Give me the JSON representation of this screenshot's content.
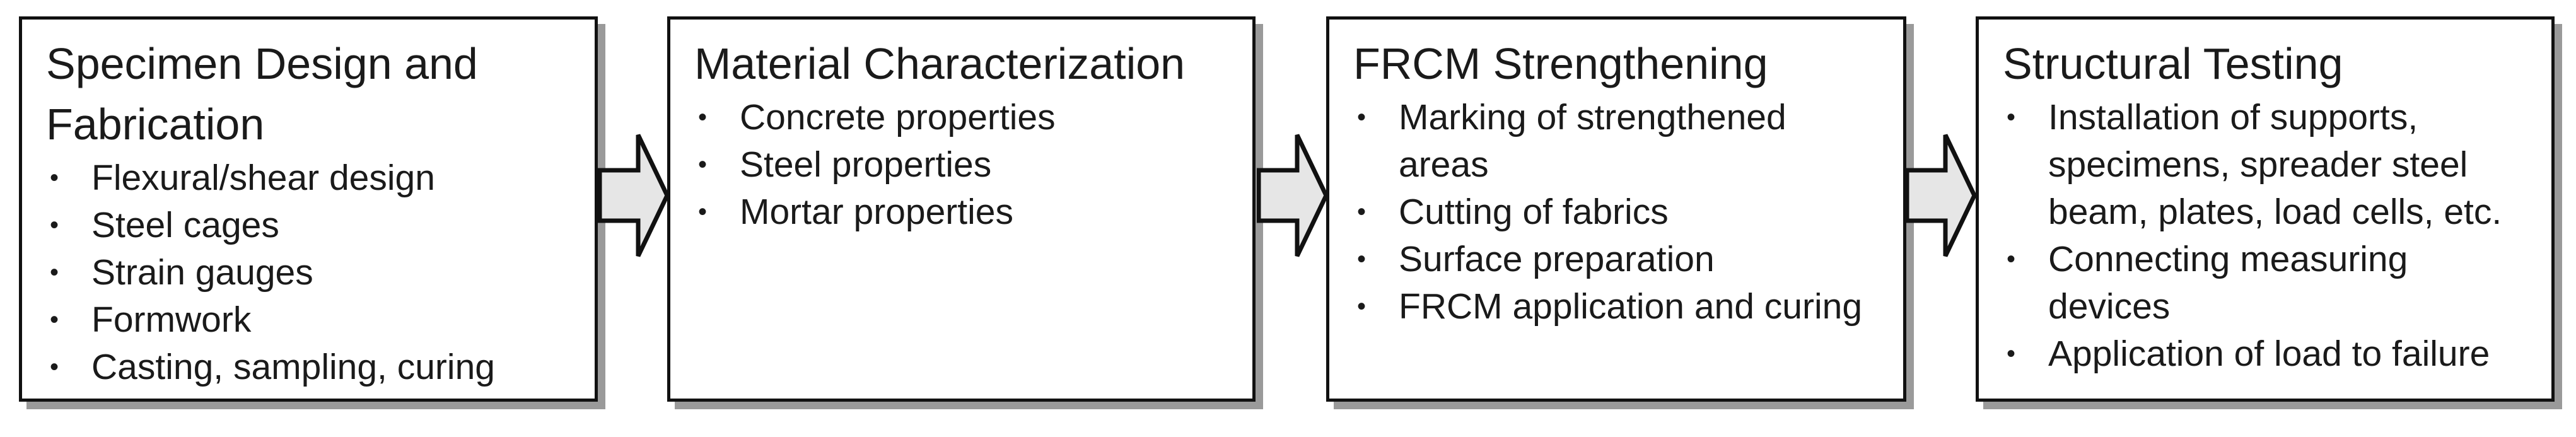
{
  "steps": [
    {
      "title": "Specimen Design and Fabrication",
      "items": [
        "Flexural/shear design",
        "Steel cages",
        "Strain gauges",
        "Formwork",
        "Casting, sampling, curing"
      ]
    },
    {
      "title": "Material Characterization",
      "items": [
        "Concrete properties",
        "Steel properties",
        "Mortar properties"
      ]
    },
    {
      "title": "FRCM Strengthening",
      "items": [
        "Marking of strengthened areas",
        "Cutting of fabrics",
        "Surface preparation",
        "FRCM application and curing"
      ]
    },
    {
      "title": "Structural Testing",
      "items": [
        "Installation of supports, specimens, spreader steel beam, plates, load cells, etc.",
        "Connecting measuring devices",
        "Application of load to failure"
      ]
    }
  ],
  "colors": {
    "box_border": "#111111",
    "box_shadow": "#9a9a9a",
    "arrow_fill": "#e6e6e6",
    "arrow_stroke": "#111111"
  }
}
